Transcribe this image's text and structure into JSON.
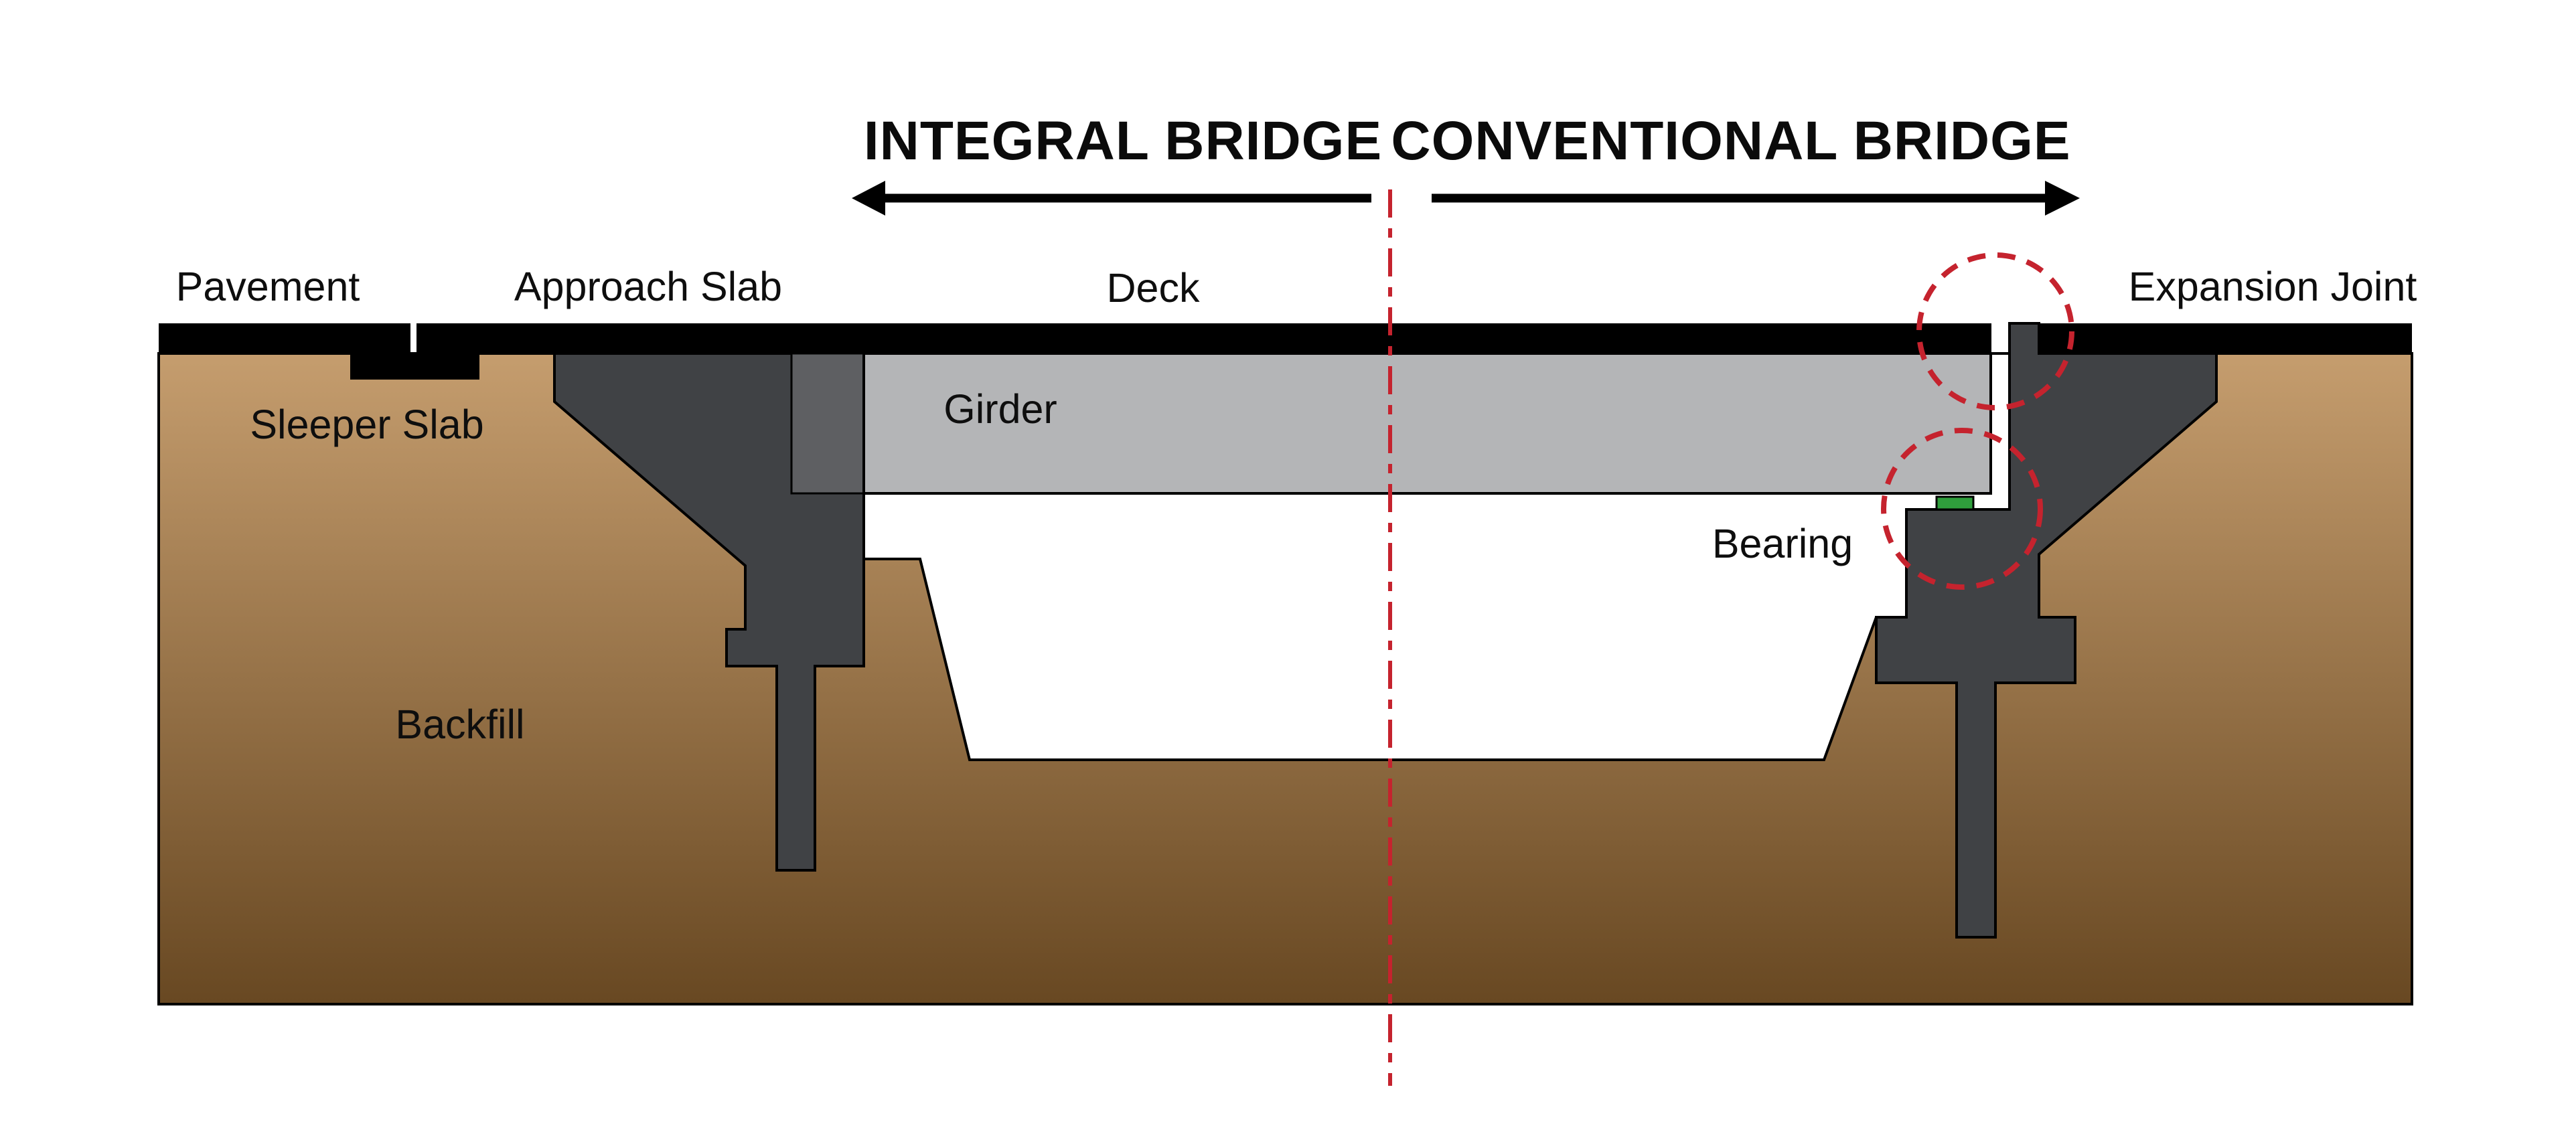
{
  "diagram": {
    "kind": "bridge-construction-comparison-cross-section",
    "titles": {
      "left": "INTEGRAL BRIDGE",
      "right": "CONVENTIONAL BRIDGE"
    },
    "labels": {
      "pavement": "Pavement",
      "approach_slab": "Approach Slab",
      "deck": "Deck",
      "expansion_joint": "Expansion Joint",
      "sleeper_slab": "Sleeper Slab",
      "girder": "Girder",
      "bearing": "Bearing",
      "backfill": "Backfill"
    },
    "icons": {
      "left_arrow": "arrow-left-icon",
      "right_arrow": "arrow-right-icon",
      "centerline": "dash-dot-centerline",
      "highlight_circles": "dashed-highlight-circle"
    },
    "colors": {
      "background": "#ffffff",
      "road_band": "#000000",
      "backfill_top": "#c59d6e",
      "backfill_bottom": "#684822",
      "abutment_dark": "#404245",
      "diaphragm_gray": "#5e5f62",
      "girder_gray": "#b4b5b7",
      "bearing_green": "#2f9e3c",
      "accent_red": "#c5232e",
      "text": "#0e0e0e"
    }
  }
}
